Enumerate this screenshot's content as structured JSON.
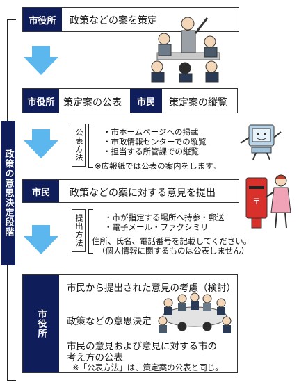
{
  "sidebar": {
    "label": "政策の意思決定段階"
  },
  "step1": {
    "actor": "市役所",
    "text": "政策などの案を策定"
  },
  "step2": {
    "actor": "市役所",
    "text": "策定案の公表",
    "actor2": "市民",
    "text2": "策定案の縦覧"
  },
  "publish": {
    "method_label": "公表方法",
    "items": [
      "・市ホームページへの掲載",
      "・市政情報センターでの縦覧",
      "・担当する所管課での縦覧"
    ],
    "note": "※広報紙では公表の案内をします。"
  },
  "step3": {
    "actor": "市民",
    "text": "政策などの案に対する意見を提出"
  },
  "submit": {
    "method_label": "提出方法",
    "items": [
      "・市が指定する場所へ持参・郵送",
      "・電子メール・ファクシミリ"
    ],
    "note1": "住所、氏名、電話番号を記載してください。",
    "note2": "（個人情報に関するものは公表しません）"
  },
  "step4": {
    "actor": "市役所",
    "line1": "市民から提出された意見の考慮（検討）",
    "line2": "政策などの意思決定",
    "line3a": "市民の意見および意見に対する市の",
    "line3b": "考え方の公表",
    "note": "※「公表方法」は、策定案の公表と同じ。"
  },
  "colors": {
    "navy": "#0f1d5a",
    "arrow": "#5bb7ee"
  }
}
